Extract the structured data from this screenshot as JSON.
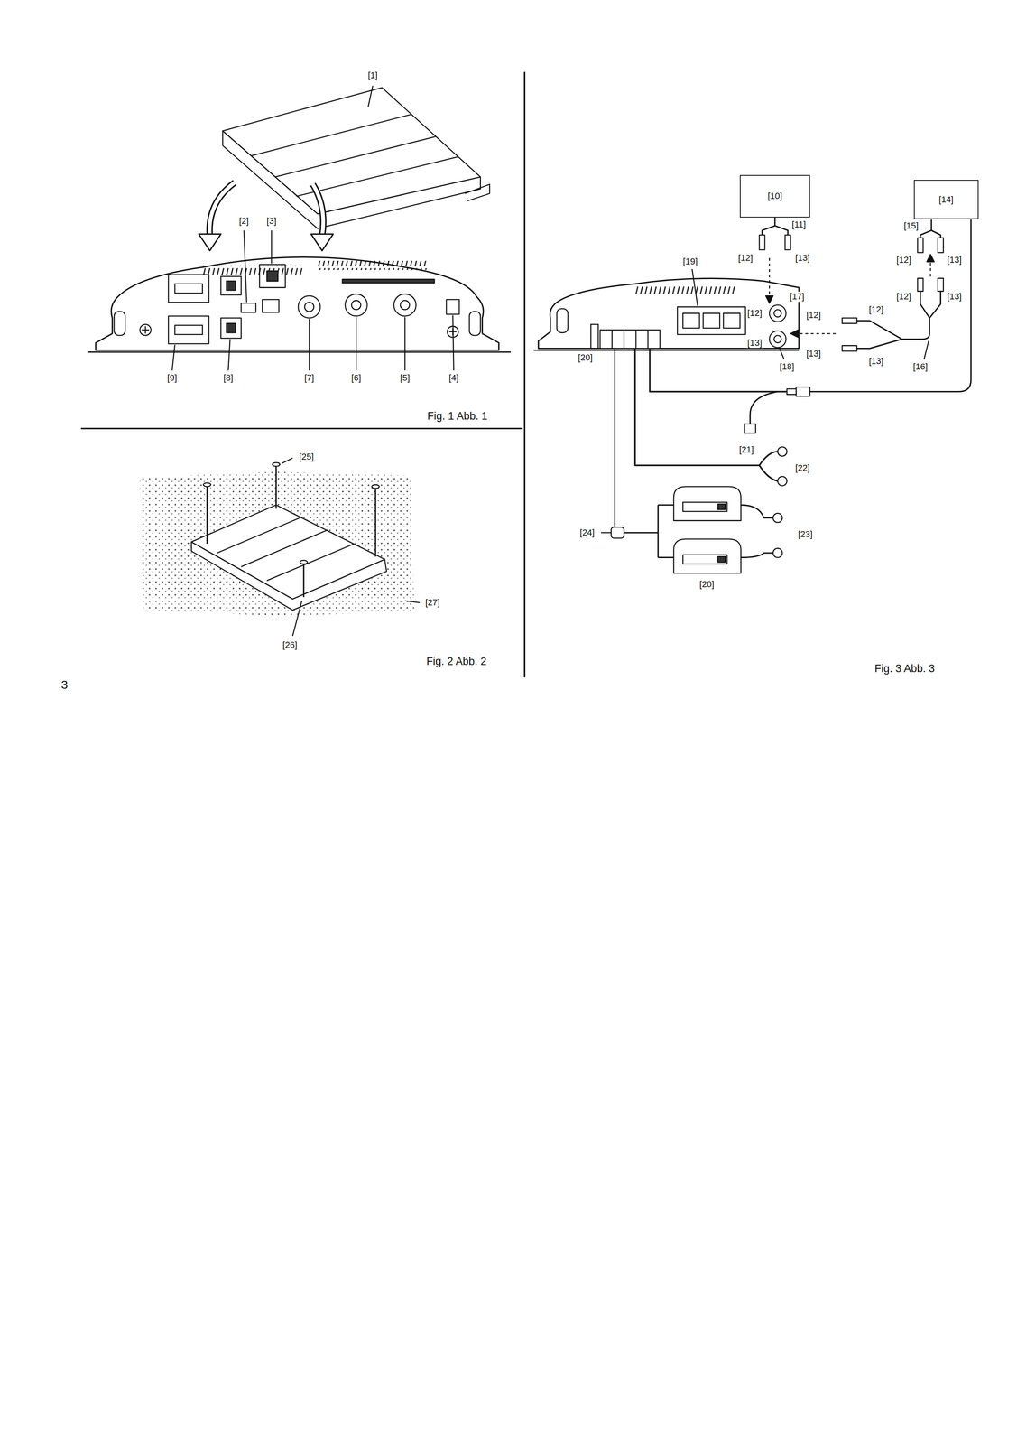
{
  "diagram": {
    "nodes": [
      {
        "text": [
          "[10]"
        ]
      },
      {
        "text": [
          "[14]"
        ]
      }
    ],
    "labels": [
      "[1]",
      "[2]",
      "[3]",
      "[9]",
      "[8]",
      "[7]",
      "[6]",
      "[5]",
      "[4]",
      "Fig. 1 Abb. 1",
      "[25]",
      "[27]",
      "[26]",
      "Fig. 2 Abb. 2",
      "3",
      "[11]",
      "[15]",
      "[12]",
      "[13]",
      "[12]",
      "[13]",
      "[19]",
      "[17]",
      "[12]",
      "[13]",
      "[12]",
      "[12]",
      "[12]",
      "[20]",
      "[13]",
      "[13]",
      "[13]",
      "[18]",
      "[16]",
      "[21]",
      "[22]",
      "[23]",
      "[24]",
      "[20]",
      "Fig. 3 Abb. 3"
    ]
  }
}
